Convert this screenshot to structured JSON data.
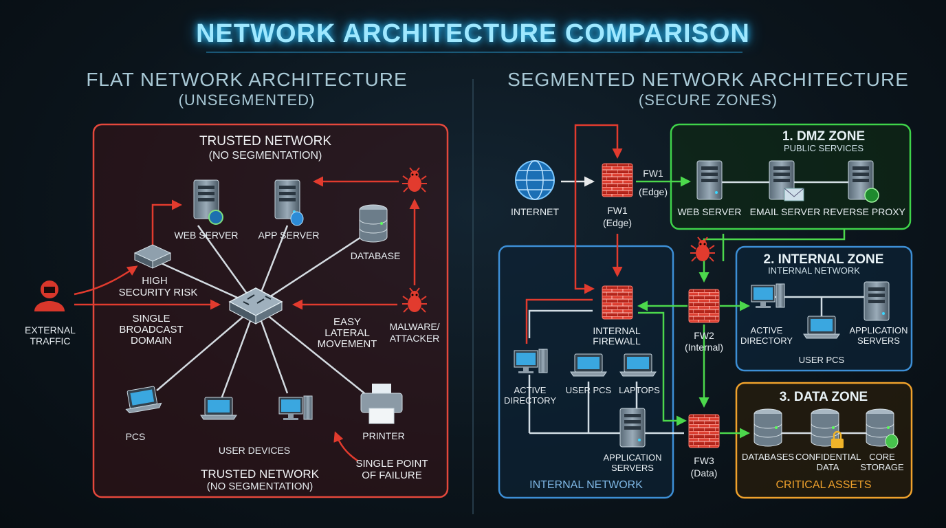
{
  "title": "NETWORK ARCHITECTURE COMPARISON",
  "left": {
    "heading": "FLAT NETWORK ARCHITECTURE",
    "subheading": "(UNSEGMENTED)",
    "box_title": "TRUSTED NETWORK",
    "box_subtitle": "(NO SEGMENTATION)",
    "footer_title": "TRUSTED NETWORK",
    "footer_subtitle": "(NO SEGMENTATION)",
    "nodes": {
      "web_server": "WEB SERVER",
      "app_server": "APP SERVER",
      "database": "DATABASE",
      "pcs": "PCS",
      "user_devices": "USER DEVICES",
      "printer": "PRINTER",
      "external_line1": "EXTERNAL",
      "external_line2": "TRAFFIC",
      "malware_line1": "MALWARE/",
      "malware_line2": "ATTACKER"
    },
    "annotations": {
      "high_risk_line1": "HIGH",
      "high_risk_line2": "SECURITY RISK",
      "broadcast_line1": "SINGLE",
      "broadcast_line2": "BROADCAST",
      "broadcast_line3": "DOMAIN",
      "lateral_line1": "EASY",
      "lateral_line2": "LATERAL",
      "lateral_line3": "MOVEMENT",
      "spof_line1": "SINGLE POINT",
      "spof_line2": "OF FAILURE"
    }
  },
  "right": {
    "heading": "SEGMENTED NETWORK ARCHITECTURE",
    "subheading": "(SECURE ZONES)",
    "internet": "INTERNET",
    "fw1_name": "FW1",
    "fw1_role": "(Edge)",
    "fw1_arrow_name": "FW1",
    "fw1_arrow_role": "(Edge)",
    "fw2_name": "FW2",
    "fw2_role": "(Internal)",
    "fw3_name": "FW3",
    "fw3_role": "(Data)",
    "internal_fw_line1": "INTERNAL",
    "internal_fw_line2": "FIREWALL",
    "dmz": {
      "title": "1. DMZ ZONE",
      "subtitle": "PUBLIC SERVICES",
      "web_server": "WEB SERVER",
      "email_server": "EMAIL SERVER",
      "reverse_proxy": "REVERSE PROXY"
    },
    "internal_zone": {
      "title": "2. INTERNAL ZONE",
      "subtitle": "INTERNAL NETWORK",
      "ad_line1": "ACTIVE",
      "ad_line2": "DIRECTORY",
      "user_pcs": "USER PCS",
      "app_line1": "APPLICATION",
      "app_line2": "SERVERS"
    },
    "data_zone": {
      "title": "3. DATA ZONE",
      "databases": "DATABASES",
      "conf_line1": "CONFIDENTIAL",
      "conf_line2": "DATA",
      "core_line1": "CORE",
      "core_line2": "STORAGE",
      "footer": "CRITICAL ASSETS"
    },
    "internal_network": {
      "ad_line1": "ACTIVE",
      "ad_line2": "DIRECTORY",
      "user_pcs": "USER PCS",
      "laptops": "LAPTOPS",
      "app_line1": "APPLICATION",
      "app_line2": "SERVERS",
      "footer": "INTERNAL NETWORK"
    }
  },
  "colors": {
    "flat_border": "#e5483c",
    "dmz_border": "#3fd44a",
    "internal_border": "#3d8fd6",
    "data_border": "#f0a22c",
    "threat": "#e23b2e",
    "safe_flow": "#4cd84c",
    "title_glow": "#2bc4ff"
  }
}
